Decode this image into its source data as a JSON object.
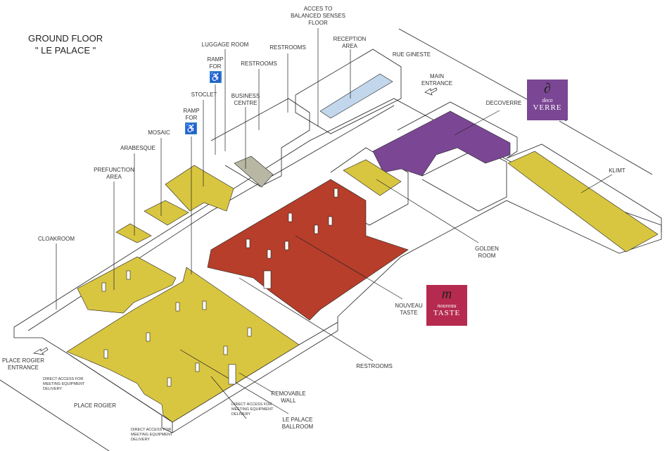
{
  "title": {
    "line1": "GROUND FLOOR",
    "line2": "\" LE PALACE \""
  },
  "colors": {
    "ballroom": "#d9c640",
    "nouveau_taste": "#b63e2a",
    "decoverre": "#7b4794",
    "reception": "#c2d6ec",
    "business_centre": "#b8b7a4",
    "accessibility": "#3a86c8",
    "nouveau_logo": "#b52a4e"
  },
  "labels": {
    "acces_balanced": [
      "ACCES TO",
      "BALANCED SENSES",
      "FLOOR"
    ],
    "luggage_room": "LUGGAGE ROOM",
    "restrooms_top": "RESTROOMS",
    "reception": [
      "RECEPTION",
      "AREA"
    ],
    "rue_gineste": "RUE GINESTE",
    "restrooms_2": "RESTROOMS",
    "ramp_1": [
      "RAMP",
      "FOR"
    ],
    "business_centre": [
      "BUSINESS",
      "CENTRE"
    ],
    "stoclet": "STOCLET",
    "ramp_2": [
      "RAMP",
      "FOR"
    ],
    "mosaic": "MOSAIC",
    "arabesque": "ARABESQUE",
    "prefunction": [
      "PREFUNCTION",
      "AREA"
    ],
    "main_entrance": [
      "MAIN",
      "ENTRANCE"
    ],
    "decoverre": "DECOVERRE",
    "klimt": "KLIMT",
    "cloakroom": "CLOAKROOM",
    "golden_room": [
      "GOLDEN",
      "ROOM"
    ],
    "nouveau_taste": [
      "NOUVEAU",
      "TASTE"
    ],
    "restrooms_bottom": "RESTROOMS",
    "place_rogier_entrance": [
      "PLACE ROGIER",
      "ENTRANCE"
    ],
    "direct_access_1": [
      "DIRECT ACCESS FOR",
      "MEETING EQUIPMENT",
      "DELIVERY"
    ],
    "direct_access_2": [
      "DIRECT ACCESS FOR",
      "MEETING EQUIPMENT",
      "DELIVERY"
    ],
    "direct_access_3": [
      "DIRECT ACCESS FOR",
      "MEETING EQUIPMENT",
      "DELIVERY"
    ],
    "place_rogier": "PLACE ROGIER",
    "removable_wall": [
      "REMOVABLE",
      "WALL"
    ],
    "le_palace_ballroom": [
      "LE PALACE",
      "BALLROOM"
    ]
  },
  "icons": {
    "accessibility": "wheelchair-icon",
    "entrance_arrow": "arrow-icon"
  },
  "logos": {
    "deco_verre": {
      "line1": "deco",
      "line2": "VERRE"
    },
    "nouveau_taste": {
      "line1": "nouveau",
      "line2": "TASTE"
    }
  }
}
